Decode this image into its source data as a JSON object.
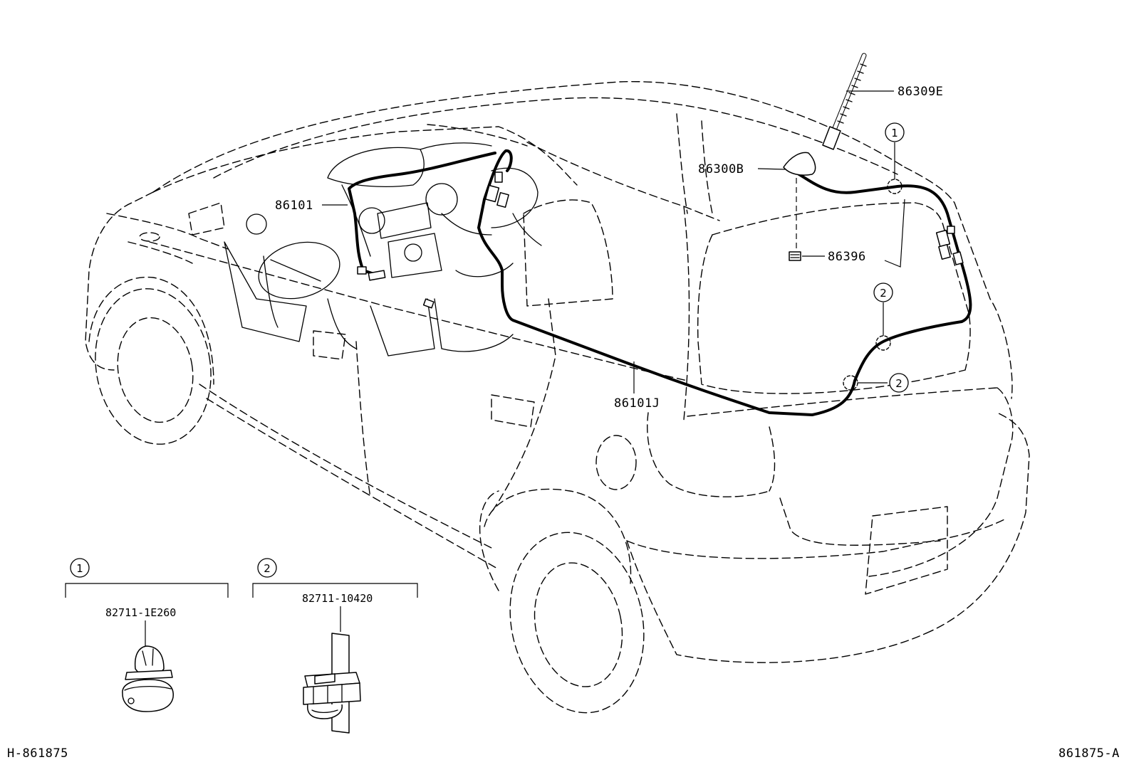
{
  "labels": {
    "antenna_rod": "86309E",
    "antenna_base": "86300B",
    "antenna_clip": "86396",
    "front_cord": "86101",
    "main_cord": "86101J"
  },
  "callouts": {
    "ref1": "1",
    "ref2": "2"
  },
  "details": [
    {
      "ref": "1",
      "part_no": "82711-1E260"
    },
    {
      "ref": "2",
      "part_no": "82711-10420"
    }
  ],
  "footer": {
    "left_code": "H-861875",
    "right_code": "861875-A"
  }
}
